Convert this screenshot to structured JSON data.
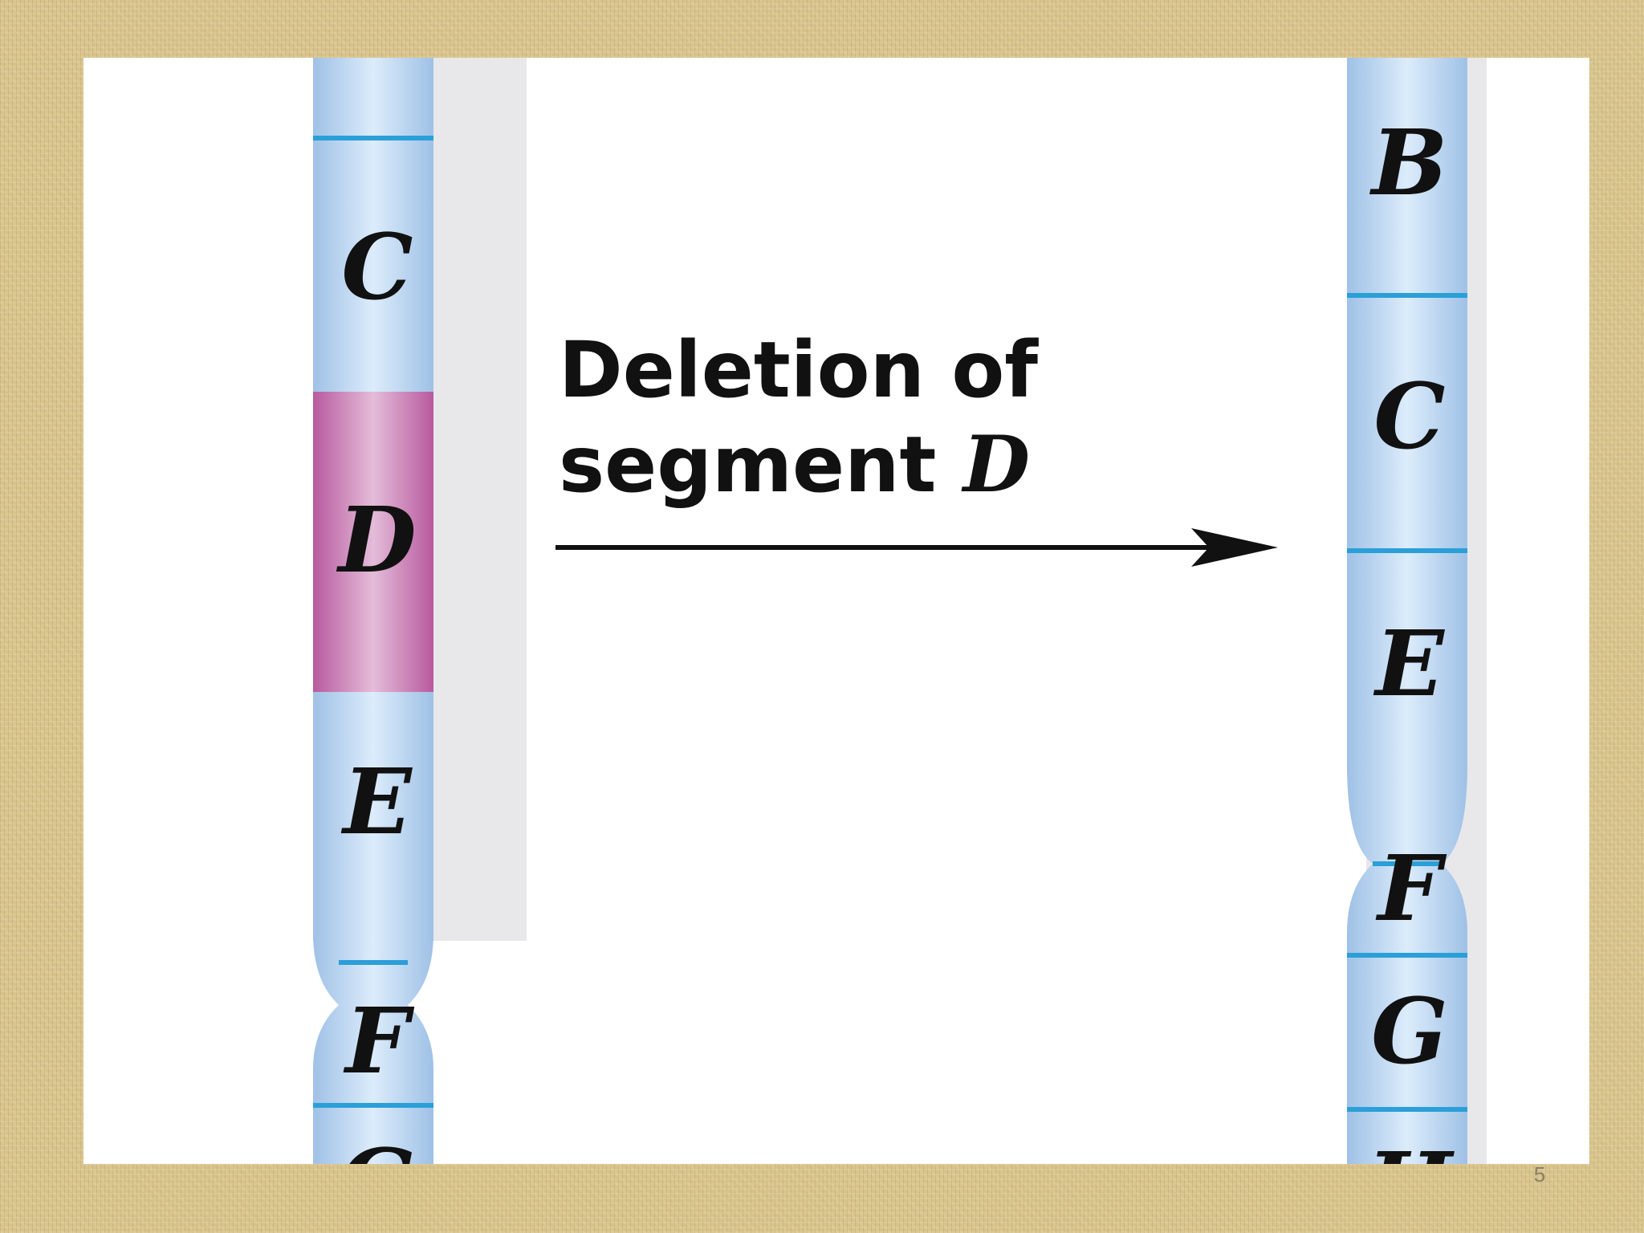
{
  "caption": {
    "line1": "Deletion of",
    "line2_prefix": "segment",
    "line2_segment": "D"
  },
  "chromosome_before": {
    "labels": [
      "C",
      "D",
      "E",
      "F",
      "G"
    ]
  },
  "chromosome_after": {
    "labels": [
      "B",
      "C",
      "E",
      "F",
      "G",
      "H"
    ]
  },
  "colors": {
    "chromosome_body": "#b8d2ee",
    "chromosome_highlight": "#dcecfb",
    "band_line": "#2a9fd8",
    "deleted_segment": "#b85a9e",
    "deleted_segment_highlight": "#e4bcd9",
    "arrow": "#111111"
  },
  "slide_number": "5"
}
